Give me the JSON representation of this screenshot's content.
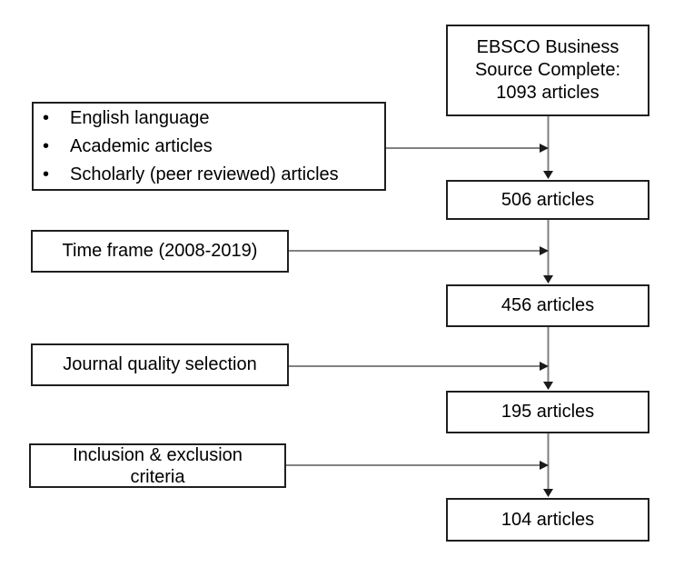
{
  "diagram": {
    "type": "flowchart",
    "source": {
      "lines": [
        "EBSCO Business",
        "Source Complete:",
        "1093 articles"
      ],
      "full_label": "EBSCO Business Source Complete: 1093 articles"
    },
    "stages": [
      {
        "label": "506 articles"
      },
      {
        "label": "456 articles"
      },
      {
        "label": "195 articles"
      },
      {
        "label": "104 articles"
      }
    ],
    "filters": [
      {
        "type": "bullet-box",
        "items": [
          "English language",
          "Academic articles",
          "Scholarly (peer reviewed) articles"
        ]
      },
      {
        "type": "label-box",
        "label": "Time frame (2008-2019)"
      },
      {
        "type": "label-box",
        "label": "Journal quality selection"
      },
      {
        "type": "label-box",
        "lines": [
          "Inclusion & exclusion",
          "criteria"
        ],
        "full_label": "Inclusion & exclusion criteria"
      }
    ],
    "colors": {
      "background": "#ffffff",
      "box_border": "#1f1f1f",
      "text": "#000000",
      "spine_line": "#7f7f7f",
      "connector_line": "#595959",
      "arrowhead": "#1a1a1a"
    }
  }
}
